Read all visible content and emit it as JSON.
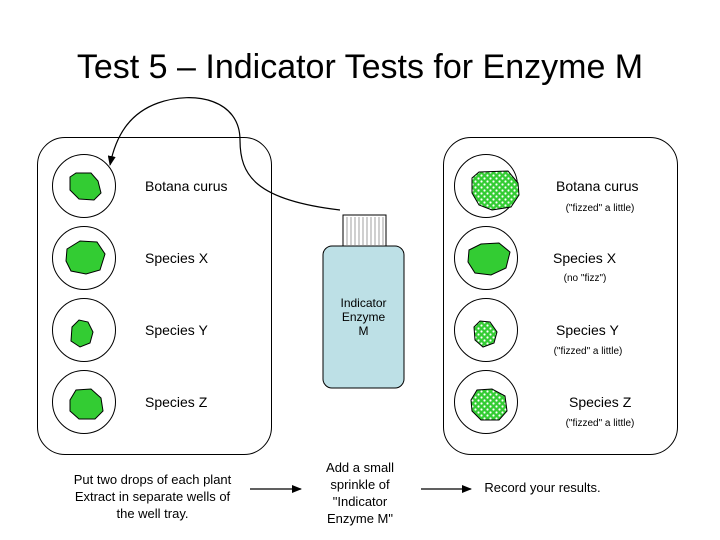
{
  "title": "Test 5 – Indicator Tests for Enzyme M",
  "left_tray": {
    "rows": [
      {
        "species": "Botana curus"
      },
      {
        "species": "Species X"
      },
      {
        "species": "Species Y"
      },
      {
        "species": "Species Z"
      }
    ]
  },
  "right_tray": {
    "rows": [
      {
        "species": "Botana curus",
        "note": "(\"fizzed\" a little)"
      },
      {
        "species": "Species X",
        "note": "(no \"fizz\")"
      },
      {
        "species": "Species Y",
        "note": "(\"fizzed\" a little)"
      },
      {
        "species": "Species Z",
        "note": "(\"fizzed\" a little)"
      }
    ]
  },
  "bottle": {
    "label_lines": [
      "Indicator",
      "Enzyme",
      "M"
    ]
  },
  "steps": [
    {
      "text_lines": [
        "Put two drops of each plant",
        "Extract in separate wells of",
        "the well tray."
      ]
    },
    {
      "text_lines": [
        "Add a small",
        "sprinkle of",
        "\"Indicator",
        "Enzyme M\""
      ]
    },
    {
      "text_lines": [
        "Record your results."
      ]
    }
  ],
  "colors": {
    "sample_green": "#33cc33",
    "bottle_fill": "#bde0e6",
    "fizz_dots": "#ffffff"
  }
}
